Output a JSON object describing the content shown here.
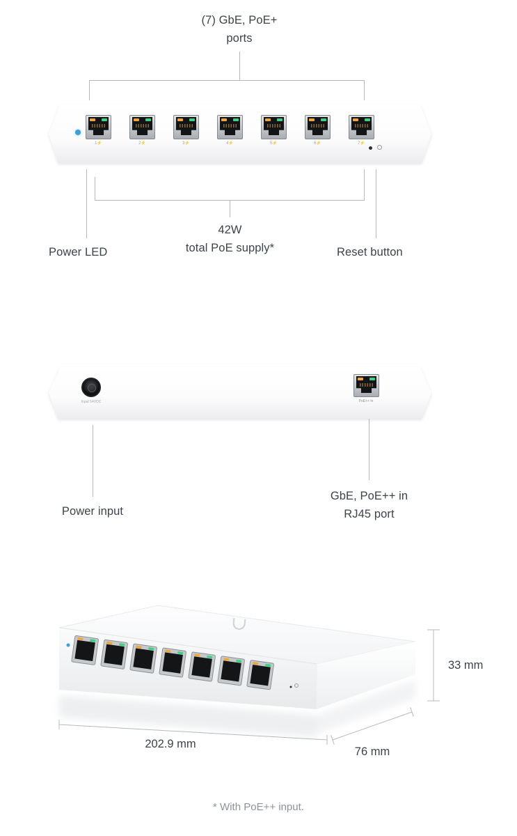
{
  "page": {
    "background": "#ffffff",
    "footnote": "* With PoE++ input."
  },
  "colors": {
    "label_text": "#3d4349",
    "callout_line": "#b4b7ba",
    "power_led_blue": "#3b9fdc",
    "led_green": "#3ed183",
    "led_amber": "#f0a53c",
    "muted_text": "#8e939a"
  },
  "front_view": {
    "top_callout": {
      "line1": "(7) GbE, PoE+",
      "line2": "ports"
    },
    "power_led_label": "Power LED",
    "poe_supply": {
      "line1": "42W",
      "line2": "total PoE supply*"
    },
    "reset_label": "Reset button",
    "port_labels": [
      "1⚡",
      "2⚡",
      "3⚡",
      "4⚡",
      "5⚡",
      "6⚡",
      "7⚡"
    ]
  },
  "back_view": {
    "power_input_label": "Power input",
    "rj45_callout": {
      "line1": "GbE, PoE++ in",
      "line2": "RJ45 port"
    },
    "connector_text": "Input 54VDC",
    "poe_in_text": "PoE++ In"
  },
  "dimensions": {
    "height": "33 mm",
    "length": "202.9 mm",
    "depth": "76 mm"
  }
}
